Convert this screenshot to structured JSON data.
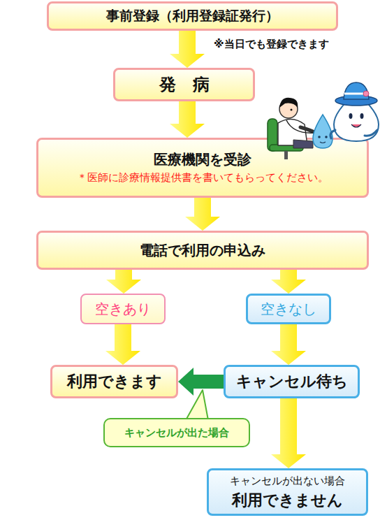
{
  "diagram": {
    "nodes": [
      {
        "text": [
          "事前登録（利用登録証発行）"
        ]
      },
      {
        "text": [
          "発　病"
        ]
      },
      {
        "text": [
          "医療機関を受診",
          "＊医師に診療情報提供書を書いてもらってください。"
        ]
      },
      {
        "text": [
          "電話で利用の申込み"
        ]
      },
      {
        "text": [
          "空きあり"
        ]
      },
      {
        "text": [
          "空きなし"
        ]
      },
      {
        "text": [
          "利用できます"
        ]
      },
      {
        "text": [
          "キャンセル待ち"
        ]
      },
      {
        "text": [
          "キャンセルが出ない場合",
          "利用できません"
        ]
      }
    ],
    "edges": [
      {
        "from": 0,
        "to": 1,
        "arrow": "to"
      },
      {
        "from": 1,
        "to": 2,
        "arrow": "to"
      },
      {
        "from": 2,
        "to": 3,
        "arrow": "to"
      },
      {
        "from": 3,
        "to": 4,
        "arrow": "to"
      },
      {
        "from": 3,
        "to": 5,
        "arrow": "to"
      },
      {
        "from": 4,
        "to": 6,
        "arrow": "to"
      },
      {
        "from": 5,
        "to": 7,
        "arrow": "to"
      },
      {
        "from": 7,
        "to": 8,
        "arrow": "to"
      },
      {
        "from": 7,
        "to": 6,
        "arrow": "to",
        "label": "キャンセルが出た場合"
      }
    ],
    "labels": [
      "※当日でも登録できます"
    ]
  }
}
